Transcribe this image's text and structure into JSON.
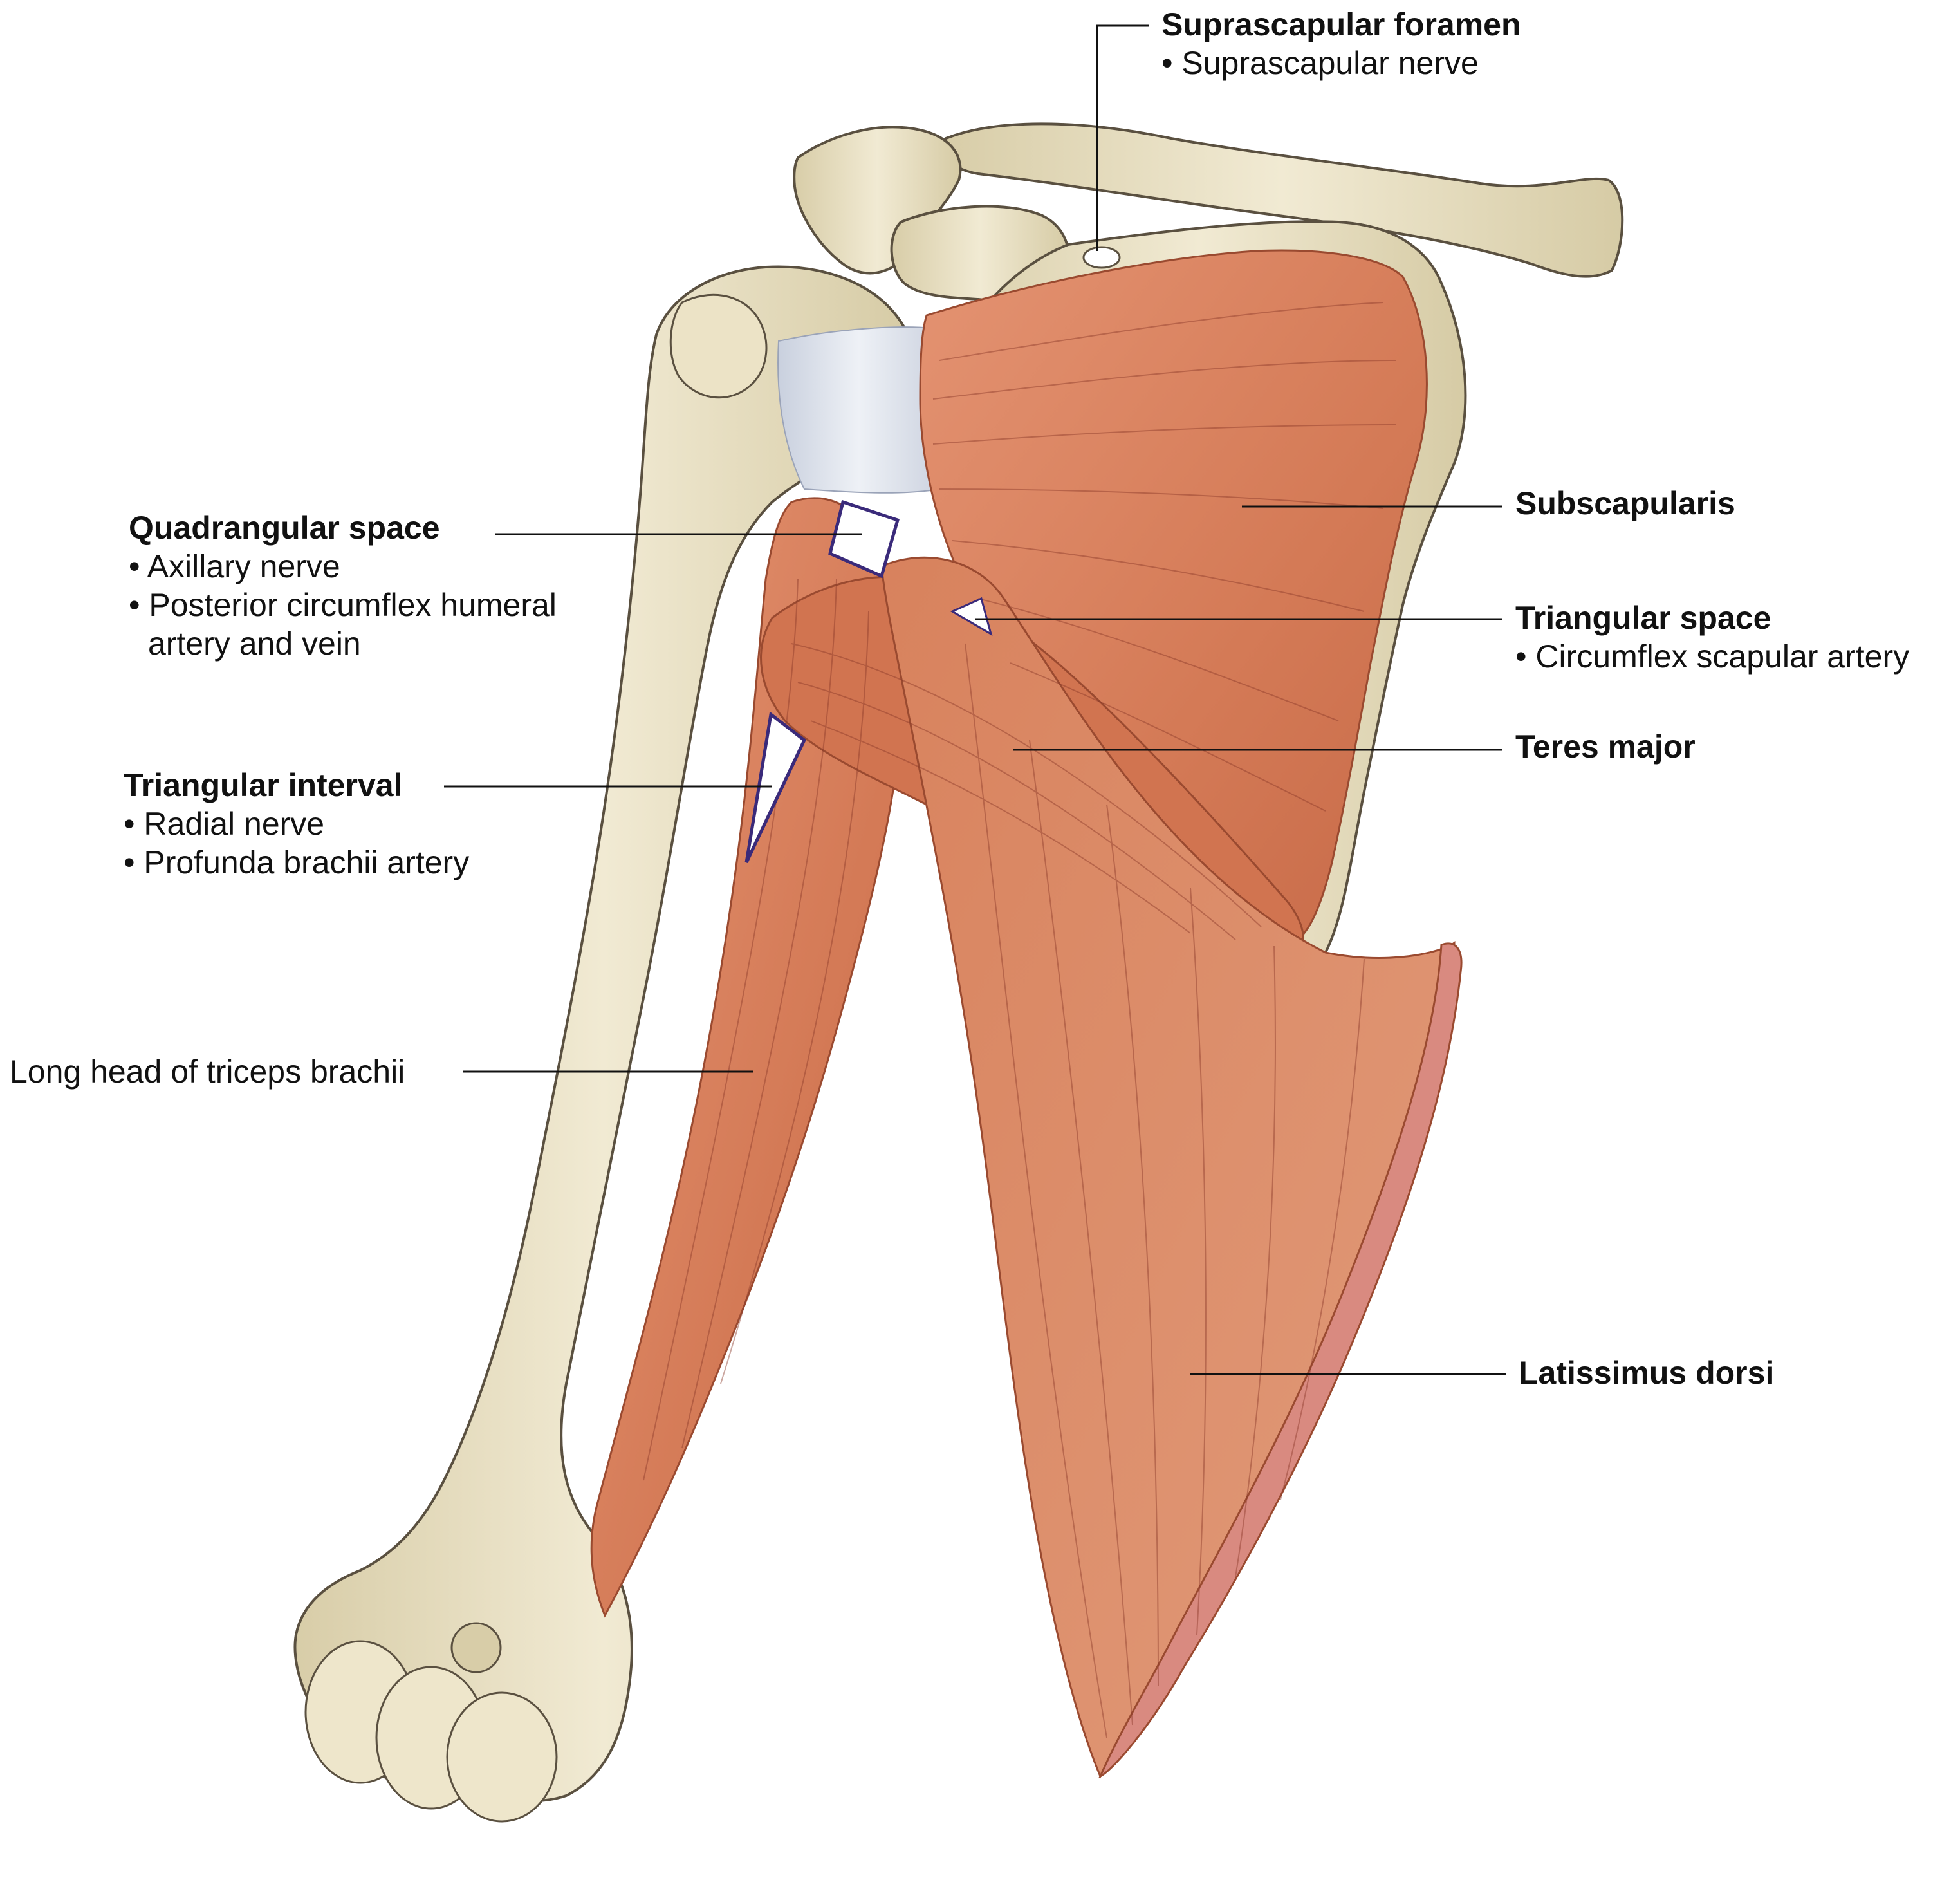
{
  "labels": {
    "suprascapular_foramen": {
      "title": "Suprascapular foramen",
      "items": [
        "• Suprascapular nerve"
      ]
    },
    "quadrangular_space": {
      "title": "Quadrangular space",
      "items": [
        "• Axillary nerve",
        "• Posterior circumflex humeral",
        "artery and vein"
      ]
    },
    "triangular_interval": {
      "title": "Triangular interval",
      "items": [
        "• Radial nerve",
        "• Profunda brachii artery"
      ]
    },
    "subscapularis": {
      "title": "Subscapularis"
    },
    "triangular_space": {
      "title": "Triangular space",
      "items": [
        "• Circumflex scapular artery"
      ]
    },
    "teres_major": {
      "title": "Teres major"
    },
    "long_head_triceps": {
      "title": "Long head of triceps brachii"
    },
    "latissimus_dorsi": {
      "title": "Latissimus dorsi"
    }
  },
  "colors": {
    "bone": "#e9e0c2",
    "bone_outline": "#5a5040",
    "muscle": "#d9805c",
    "muscle_dark": "#b75a3c",
    "muscle_fiber": "#8c3a2a",
    "tendon": "#dfe4ee",
    "space_outline": "#3a2a7a",
    "leader_line": "#111111"
  }
}
